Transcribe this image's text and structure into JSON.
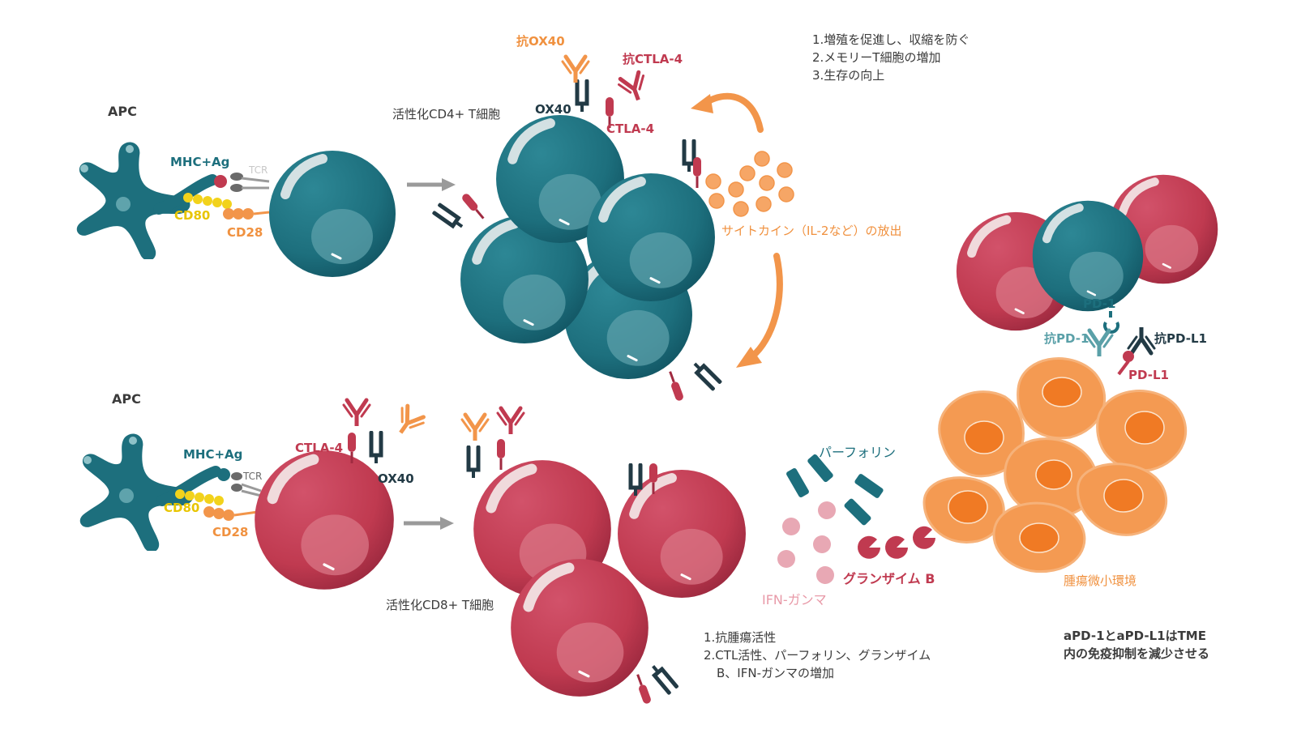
{
  "colors": {
    "teal": "#1d6f7d",
    "teal_dark": "#145a66",
    "crimson": "#c03a50",
    "crimson_dark": "#a02a40",
    "orange": "#f2954a",
    "orange_light": "#f6a666",
    "yellow": "#f2d21b",
    "dark_navy": "#223a45",
    "gray_arrow": "#9a9a9a",
    "pink_light": "#e8a8b4",
    "text_dark": "#3b3b3b",
    "label_teal": "#1d6f7d",
    "label_crimson": "#c03a50",
    "label_orange": "#f0913f",
    "label_light_teal": "#5aa0a8"
  },
  "top": {
    "apc": "APC",
    "mhc_ag": "MHC+Ag",
    "tcr": "TCR",
    "cd80": "CD80",
    "cd28": "CD28",
    "activated_cell": "活性化CD4+ T細胞",
    "anti_ox40": "抗OX40",
    "ox40": "OX40",
    "anti_ctla4": "抗CTLA-4",
    "ctla4": "CTLA-4",
    "cytokine_release": "サイトカイン（IL-2など）の放出",
    "effects": [
      "1.増殖を促進し、収縮を防ぐ",
      "2.メモリーT細胞の増加",
      "3.生存の向上"
    ]
  },
  "bottom": {
    "apc": "APC",
    "mhc_ag": "MHC+Ag",
    "tcr": "TCR",
    "cd80": "CD80",
    "cd28": "CD28",
    "ctla4": "CTLA-4",
    "ox40": "OX40",
    "activated_cell": "活性化CD8+ T細胞",
    "perforin": "パーフォリン",
    "granzyme": "グランザイム B",
    "ifn": "IFN-ガンマ",
    "effects": [
      "1.抗腫瘍活性",
      "2.CTL活性、パーフォリン、グランザイム",
      "B、IFN-ガンマの増加"
    ]
  },
  "right": {
    "pd1": "PD-1",
    "anti_pd1": "抗PD-1",
    "anti_pdl1": "抗PD-L1",
    "pdl1": "PD-L1",
    "tme": "腫瘍微小環境",
    "note": [
      "aPD-1とaPD-L1はTME",
      "内の免疫抑制を減少させる"
    ]
  }
}
